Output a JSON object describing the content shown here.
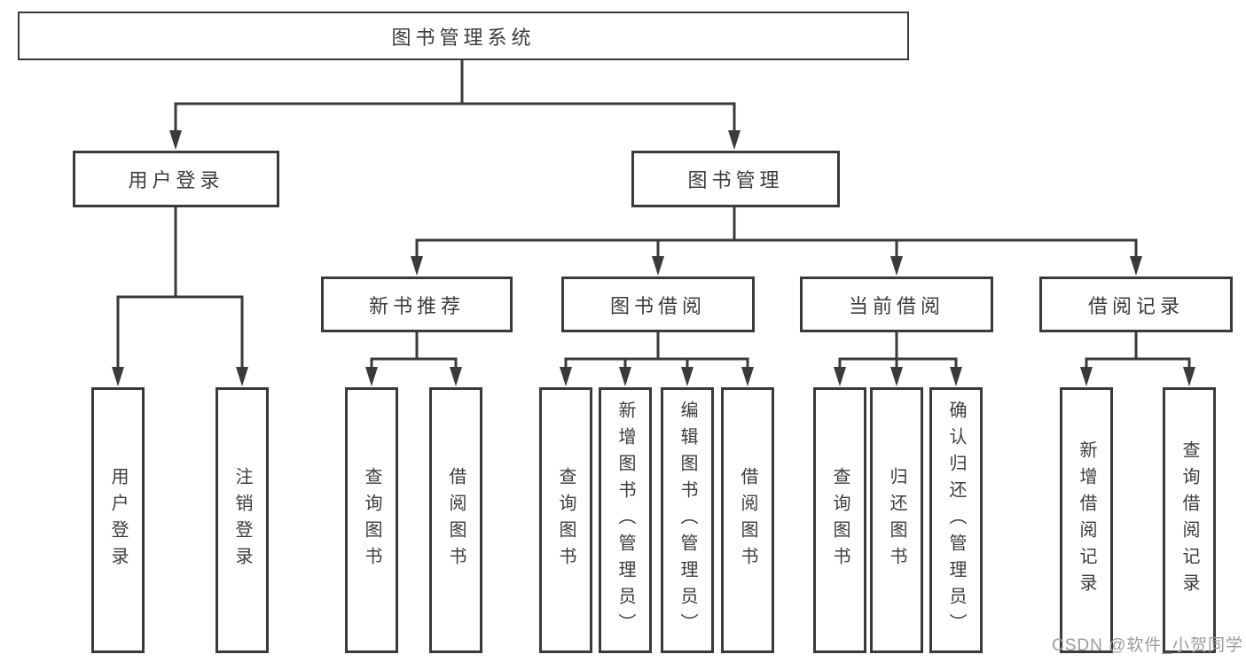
{
  "root": "图书管理系统",
  "branches": {
    "userLogin": "用户登录",
    "bookManagement": "图书管理"
  },
  "modules": {
    "newBookRecommend": "新书推荐",
    "bookBorrow": "图书借阅",
    "currentBorrow": "当前借阅",
    "borrowRecord": "借阅记录"
  },
  "leaves": {
    "userLogin": [
      "用户登录",
      "注销登录"
    ],
    "newBookRecommend": [
      "查询图书",
      "借阅图书"
    ],
    "bookBorrow": [
      "查询图书",
      "新增图书（管理员）",
      "编辑图书（管理员）",
      "借阅图书"
    ],
    "currentBorrow": [
      "查询图书",
      "归还图书",
      "确认归还（管理员）"
    ],
    "borrowRecord": [
      "新增借阅记录",
      "查询借阅记录"
    ]
  },
  "watermark": "CSDN @软件_小贺同学",
  "colors": {
    "line": "#3a3a3a",
    "text": "#3c3c3c",
    "bg": "#ffffff",
    "watermark": "#9c9c9c"
  }
}
